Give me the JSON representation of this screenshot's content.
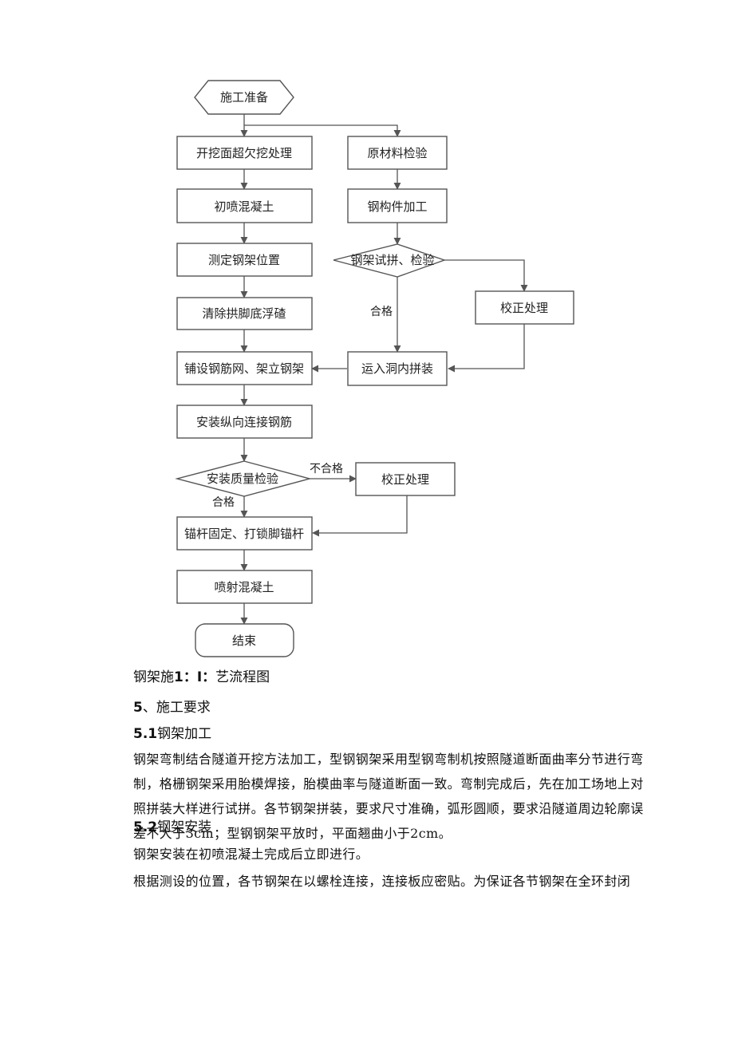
{
  "flowchart": {
    "nodes": {
      "start": "施工准备",
      "excavation": "开挖面超欠挖处理",
      "material_check": "原材料检验",
      "initial_spray": "初喷混凝土",
      "steel_processing": "钢构件加工",
      "position": "测定钢架位置",
      "trial_assembly": "钢架试拼、检验",
      "correction1": "校正处理",
      "clear_base": "清除拱脚底浮碴",
      "transport": "运入洞内拼装",
      "lay_mesh": "铺设钢筋网、架立钢架",
      "longitudinal": "安装纵向连接钢筋",
      "quality_check": "安装质量检验",
      "correction2": "校正处理",
      "anchor": "锚杆固定、打锁脚锚杆",
      "spray": "喷射混凝土",
      "end": "结束"
    },
    "edge_labels": {
      "trial_pass": "合格",
      "quality_fail": "不合格",
      "quality_pass": "合格"
    }
  },
  "document": {
    "caption": {
      "prefix": "钢架施",
      "bold1": "1：",
      "bold2": "I：",
      "suffix": "艺流程图"
    },
    "section5": {
      "number": "5",
      "title": "、施工要求"
    },
    "section51": {
      "number": "5.1",
      "title": "钢架加工"
    },
    "para1": "钢架弯制结合隧道开挖方法加工，型钢钢架采用型钢弯制机按照隧道断面曲率分节进行弯制，格栅钢架采用胎模焊接，胎模曲率与隧道断面一致。弯制完成后，先在加工场地上对照拼装大样进行试拼。各节钢架拼装，要求尺寸准确，弧形圆顺，要求沿隧道周边轮廓误差不大于3cm；型钢钢架平放时，平面翘曲小于2cm。",
    "section52": {
      "number": "5.2",
      "title": "钢架安装"
    },
    "para2": "钢架安装在初喷混凝土完成后立即进行。",
    "para3": "根据测设的位置，各节钢架在以螺栓连接，连接板应密贴。为保证各节钢架在全环封闭"
  }
}
